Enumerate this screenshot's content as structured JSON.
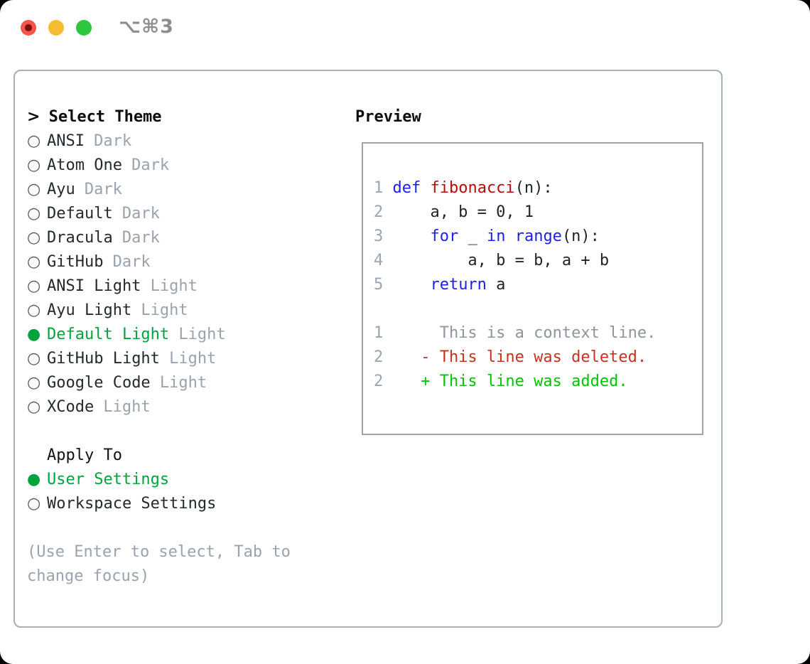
{
  "window": {
    "titlebar": {
      "shortcut": "⌥⌘3"
    },
    "traffic_lights": {
      "close_color": "#f4544d",
      "minimize_color": "#f5bd33",
      "zoom_color": "#2ec63f"
    }
  },
  "theme_picker": {
    "heading": {
      "marker": ">",
      "label": "Select Theme"
    },
    "items": [
      {
        "marker": "○",
        "name": "ANSI",
        "variant": "Dark",
        "state": "none"
      },
      {
        "marker": "○",
        "name": "Atom One",
        "variant": "Dark",
        "state": "none"
      },
      {
        "marker": "○",
        "name": "Ayu",
        "variant": "Dark",
        "state": "none"
      },
      {
        "marker": "○",
        "name": "Default",
        "variant": "Dark",
        "state": "none"
      },
      {
        "marker": "○",
        "name": "Dracula",
        "variant": "Dark",
        "state": "none"
      },
      {
        "marker": "○",
        "name": "GitHub",
        "variant": "Dark",
        "state": "none"
      },
      {
        "marker": "○",
        "name": "ANSI Light",
        "variant": "Light",
        "state": "none"
      },
      {
        "marker": "○",
        "name": "Ayu Light",
        "variant": "Light",
        "state": "none"
      },
      {
        "marker": "●",
        "name": "Default Light",
        "variant": "Light",
        "state": "selected"
      },
      {
        "marker": "○",
        "name": "GitHub Light",
        "variant": "Light",
        "state": "none"
      },
      {
        "marker": "○",
        "name": "Google Code",
        "variant": "Light",
        "state": "none"
      },
      {
        "marker": "○",
        "name": "XCode",
        "variant": "Light",
        "state": "none"
      }
    ],
    "apply_to": {
      "heading": "Apply To",
      "options": [
        {
          "marker": "●",
          "label": "User Settings",
          "state": "selected"
        },
        {
          "marker": "○",
          "label": "Workspace Settings",
          "state": "none"
        }
      ]
    },
    "hint": "(Use Enter to select, Tab to change focus)"
  },
  "preview": {
    "heading": "Preview",
    "lines": [
      {
        "num": "1",
        "segs": [
          {
            "t": "def",
            "c": "kw"
          },
          {
            "t": " ",
            "c": "pl"
          },
          {
            "t": "fibonacci",
            "c": "fn"
          },
          {
            "t": "(n):",
            "c": "pl"
          }
        ]
      },
      {
        "num": "2",
        "segs": [
          {
            "t": "    a, b = 0, 1",
            "c": "pl"
          }
        ]
      },
      {
        "num": "3",
        "segs": [
          {
            "t": "    ",
            "c": "pl"
          },
          {
            "t": "for",
            "c": "kw"
          },
          {
            "t": " _ ",
            "c": "pl"
          },
          {
            "t": "in",
            "c": "kw"
          },
          {
            "t": " ",
            "c": "pl"
          },
          {
            "t": "range",
            "c": "kw"
          },
          {
            "t": "(n):",
            "c": "pl"
          }
        ]
      },
      {
        "num": "4",
        "segs": [
          {
            "t": "        a, b = b, a + b",
            "c": "pl"
          }
        ]
      },
      {
        "num": "5",
        "segs": [
          {
            "t": "    ",
            "c": "pl"
          },
          {
            "t": "return",
            "c": "kw"
          },
          {
            "t": " a",
            "c": "pl"
          }
        ]
      },
      {
        "num": "",
        "segs": []
      },
      {
        "num": "1",
        "segs": [
          {
            "t": "     This is a context line.",
            "c": "ctx"
          }
        ]
      },
      {
        "num": "2",
        "segs": [
          {
            "t": "   - This line was deleted.",
            "c": "del"
          }
        ]
      },
      {
        "num": "2",
        "segs": [
          {
            "t": "   + This line was added.",
            "c": "add"
          }
        ]
      }
    ]
  },
  "colors": {
    "selected_green": "#00a33c",
    "added_green": "#00c300",
    "deleted_red": "#c7321f",
    "keyword_blue": "#1d1ef0",
    "function_red": "#b80c0c",
    "muted_gray": "#9aa3ad",
    "line_number_gray": "#9aa5b1",
    "panel_border": "#a7afba"
  }
}
